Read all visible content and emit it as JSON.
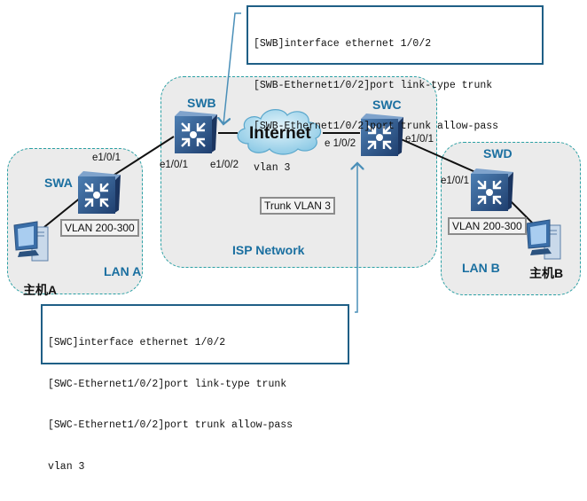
{
  "regions": {
    "isp": "ISP Network",
    "lan_a": "LAN A",
    "lan_b": "LAN B"
  },
  "switches": {
    "swa": "SWA",
    "swb": "SWB",
    "swc": "SWC",
    "swd": "SWD"
  },
  "cloud": "Internet",
  "hosts": {
    "a": "主机A",
    "b": "主机B"
  },
  "ports": {
    "swa_uplink": "e1/0/1",
    "swb_e1": "e1/0/1",
    "swb_e2": "e1/0/2",
    "swc_e2": "e 1/0/2",
    "swc_e1": "e1/0/1",
    "swd_e1": "e1/0/1"
  },
  "vlan_labels": {
    "lan_a": "VLAN 200-300",
    "lan_b": "VLAN 200-300",
    "trunk": "Trunk VLAN 3"
  },
  "config_swb": {
    "lines": [
      "[SWB]interface ethernet 1/0/2",
      "[SWB-Ethernet1/0/2]port link-type trunk",
      "[SWB-Ethernet1/0/2]port trunk allow-pass",
      "vlan 3"
    ]
  },
  "config_swc": {
    "lines": [
      "[SWC]interface ethernet 1/0/2",
      "[SWC-Ethernet1/0/2]port link-type trunk",
      "[SWC-Ethernet1/0/2]port trunk allow-pass",
      "vlan 3"
    ]
  },
  "colors": {
    "accent_text": "#1a6fa0",
    "region_border": "#2aa0a4",
    "region_fill": "#ebebeb",
    "callout_border": "#1f5f86",
    "arrow": "#4a8fb8"
  }
}
